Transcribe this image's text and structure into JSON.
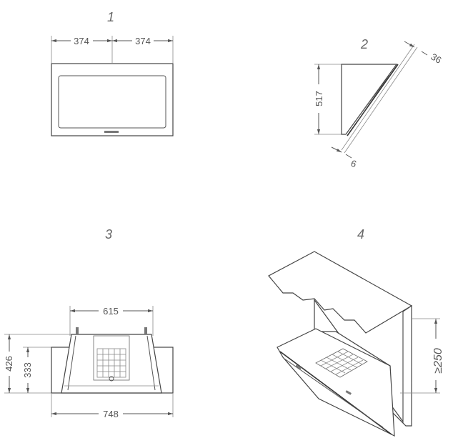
{
  "views": [
    {
      "number": "1",
      "dims": {
        "left_half": "374",
        "right_half": "374"
      }
    },
    {
      "number": "2",
      "dims": {
        "height": "517",
        "thickness": "36",
        "glass": "6"
      }
    },
    {
      "number": "3",
      "dims": {
        "inner_width": "615",
        "outer_width": "748",
        "height_total": "426",
        "height_body": "333"
      }
    },
    {
      "number": "4",
      "dims": {
        "clearance": "≥250"
      }
    }
  ]
}
